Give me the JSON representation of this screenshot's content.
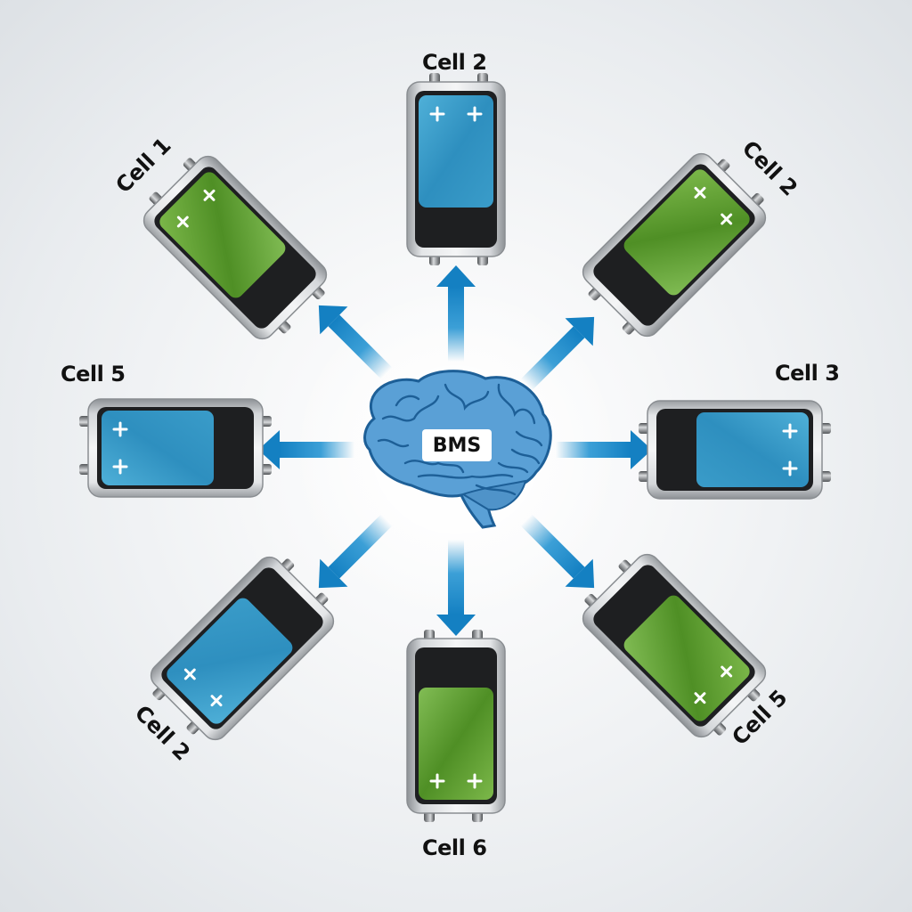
{
  "diagram": {
    "center": {
      "label": "BMS",
      "icon": "brain-icon"
    },
    "colors": {
      "arrow": "#1a8fd0",
      "cell_blue": "#2f8fbf",
      "cell_green": "#5d9e32",
      "casing": "#c4c7ca",
      "brain": "#3e86c2"
    },
    "cells": [
      {
        "id": "top",
        "label": "Cell 2",
        "color": "blue"
      },
      {
        "id": "top-right",
        "label": "Cell 2",
        "color": "green"
      },
      {
        "id": "right",
        "label": "Cell 3",
        "color": "blue"
      },
      {
        "id": "bottom-right",
        "label": "Cell 5",
        "color": "green"
      },
      {
        "id": "bottom",
        "label": "Cell 6",
        "color": "green"
      },
      {
        "id": "bottom-left",
        "label": "Cell 2",
        "color": "blue"
      },
      {
        "id": "left",
        "label": "Cell 5",
        "color": "blue"
      },
      {
        "id": "top-left",
        "label": "Cell 1",
        "color": "green"
      }
    ],
    "arrows": [
      {
        "direction": "up"
      },
      {
        "direction": "up-right"
      },
      {
        "direction": "right"
      },
      {
        "direction": "down-right"
      },
      {
        "direction": "down"
      },
      {
        "direction": "down-left"
      },
      {
        "direction": "left"
      },
      {
        "direction": "up-left"
      }
    ]
  }
}
